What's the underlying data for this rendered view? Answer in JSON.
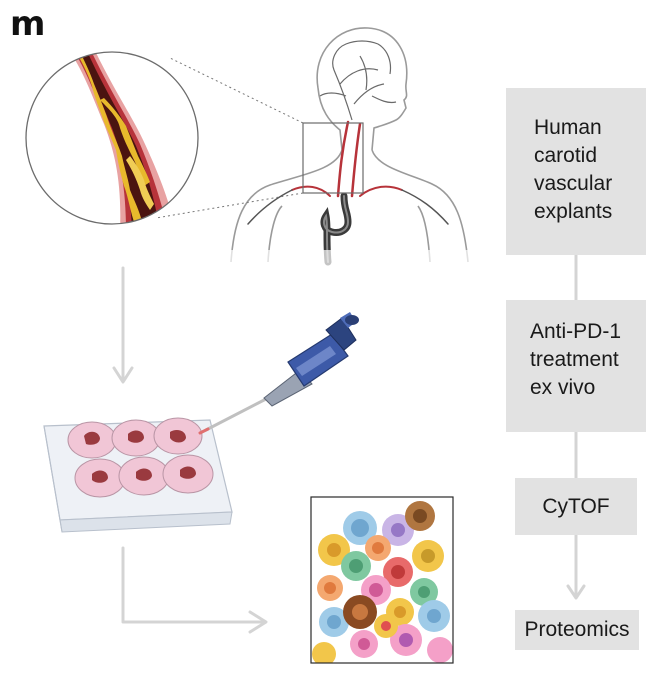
{
  "panel": {
    "letter": "m"
  },
  "steps": [
    {
      "lines": [
        "Human",
        "carotid",
        "vascular",
        "explants"
      ]
    },
    {
      "lines": [
        "Anti-PD-1",
        "treatment",
        "ex vivo"
      ]
    },
    {
      "lines": [
        "CyTOF"
      ]
    },
    {
      "lines": [
        "Proteomics"
      ]
    }
  ],
  "colors": {
    "box_fill": "#e2e2e2",
    "connector": "#d4d4d4",
    "artery_red": "#b7333a",
    "plaque_yellow": "#e8b92c",
    "pipette_blue": "#3d5aa8",
    "plate_pink": "#f1c6d6",
    "body_outline": "#9a9a9a"
  }
}
